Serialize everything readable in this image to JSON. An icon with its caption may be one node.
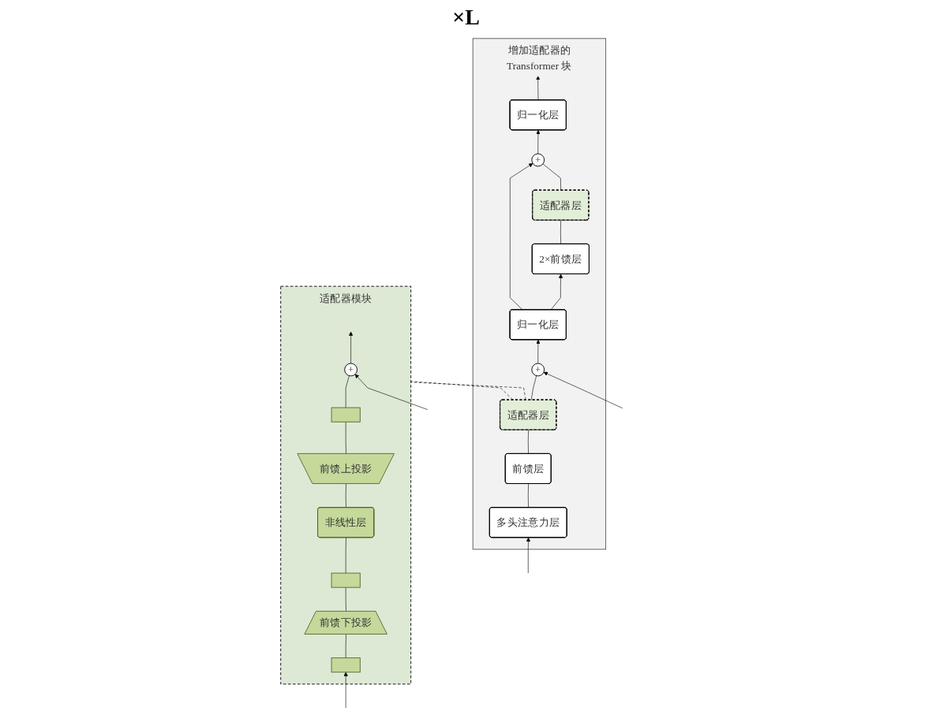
{
  "diagram": {
    "nodes": [
      {
        "text": [
          "增加适配器的Transformer 块"
        ]
      },
      {
        "text": [
          "归一化层"
        ],
        "in": 0
      },
      {
        "text": [
          "+"
        ],
        "in": 0
      },
      {
        "text": [
          "适配器层"
        ],
        "in": 0
      },
      {
        "text": [
          "2×前馈层"
        ],
        "in": 0
      },
      {
        "text": [
          "归一化层"
        ],
        "in": 0
      },
      {
        "text": [
          "+"
        ],
        "in": 0
      },
      {
        "text": [
          "适配器层"
        ],
        "in": 0
      },
      {
        "text": [
          "前馈层"
        ],
        "in": 0
      },
      {
        "text": [
          "多头注意力层"
        ],
        "in": 0
      },
      {
        "text": [
          "适配器模块"
        ]
      },
      {
        "text": [
          "+"
        ],
        "in": 10
      },
      {
        "text": [],
        "shape": "bar",
        "in": 10
      },
      {
        "text": [
          "前馈上投影"
        ],
        "in": 10
      },
      {
        "text": [
          "非线性层"
        ],
        "in": 10
      },
      {
        "text": [],
        "shape": "bar",
        "in": 10
      },
      {
        "text": [
          "前馈下投影"
        ],
        "in": 10
      },
      {
        "text": [],
        "shape": "bar",
        "in": 10
      }
    ],
    "edges": [
      {
        "from": null,
        "to": 9,
        "arrow": "to"
      },
      {
        "from": 9,
        "to": 8,
        "arrow": "none"
      },
      {
        "from": 8,
        "to": 7,
        "arrow": "none"
      },
      {
        "from": 7,
        "to": 6,
        "arrow": "none"
      },
      {
        "from": null,
        "to": 6,
        "arrow": "to"
      },
      {
        "from": 6,
        "to": 5,
        "arrow": "to"
      },
      {
        "from": 5,
        "to": 4,
        "arrow": "to"
      },
      {
        "from": 5,
        "to": 2,
        "arrow": "to"
      },
      {
        "from": 4,
        "to": 3,
        "arrow": "none"
      },
      {
        "from": 3,
        "to": 2,
        "arrow": "none"
      },
      {
        "from": 2,
        "to": 1,
        "arrow": "to"
      },
      {
        "from": 1,
        "to": null,
        "arrow": "to"
      },
      {
        "from": null,
        "to": 17,
        "arrow": "to"
      },
      {
        "from": 17,
        "to": 16,
        "arrow": "none"
      },
      {
        "from": 16,
        "to": 15,
        "arrow": "none"
      },
      {
        "from": 15,
        "to": 14,
        "arrow": "none"
      },
      {
        "from": 14,
        "to": 13,
        "arrow": "none"
      },
      {
        "from": 13,
        "to": 12,
        "arrow": "none"
      },
      {
        "from": 12,
        "to": 11,
        "arrow": "none"
      },
      {
        "from": null,
        "to": 11,
        "arrow": "to"
      },
      {
        "from": 11,
        "to": null,
        "arrow": "to"
      },
      {
        "from": 7,
        "to": 10,
        "arrow": "none",
        "style": "dashed"
      },
      {
        "from": 7,
        "to": 10,
        "arrow": "none",
        "style": "dashed"
      }
    ],
    "labels": [
      "×L"
    ]
  }
}
